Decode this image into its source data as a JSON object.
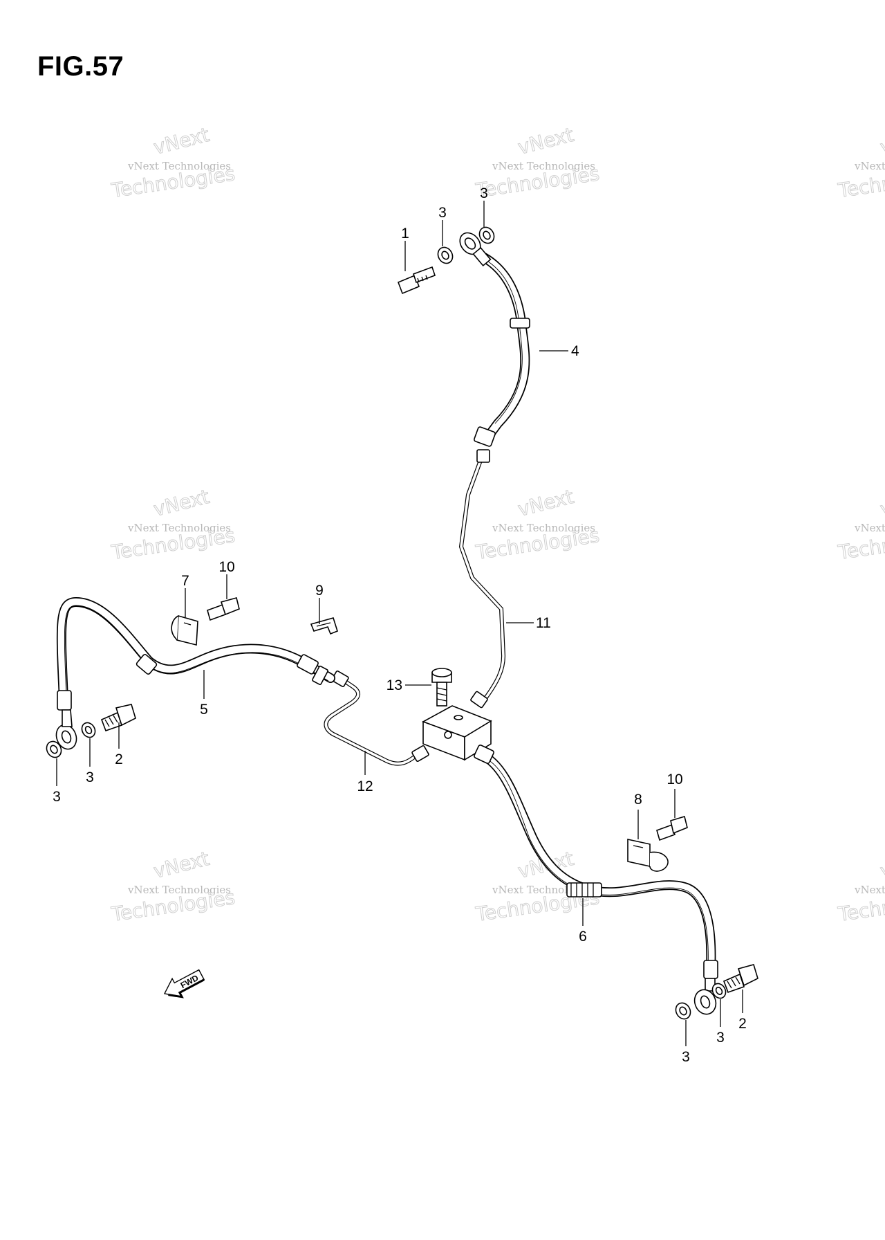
{
  "figure": {
    "title": "FIG.57"
  },
  "watermark": {
    "line1": "vNext Technologies",
    "line2": "vNext",
    "line3": "Technologies"
  },
  "fwd_label": "FWD",
  "callouts": {
    "c1": "1",
    "c3a": "3",
    "c3b": "3",
    "c4": "4",
    "c7": "7",
    "c10a": "10",
    "c9": "9",
    "c11": "11",
    "c13": "13",
    "c5": "5",
    "c2a": "2",
    "c3c": "3",
    "c3d": "3",
    "c12": "12",
    "c8": "8",
    "c10b": "10",
    "c6": "6",
    "c2b": "2",
    "c3e": "3",
    "c3f": "3"
  }
}
